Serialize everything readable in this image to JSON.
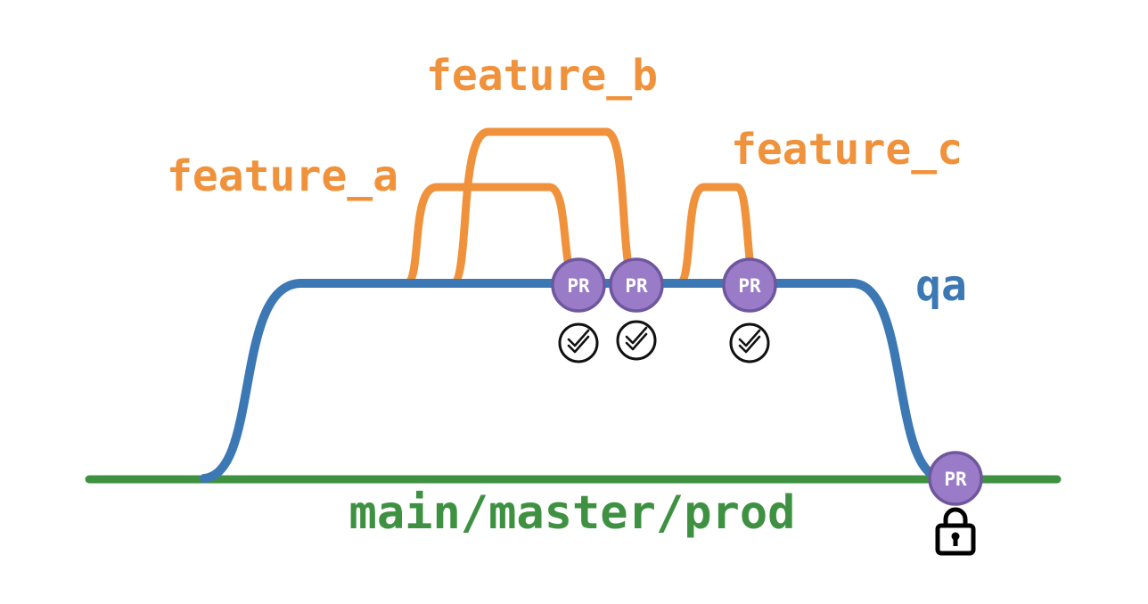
{
  "diagram": {
    "labels": {
      "feature_a": "feature_a",
      "feature_b": "feature_b",
      "feature_c": "feature_c",
      "qa": "qa",
      "main": "main/master/prod"
    },
    "pr_badges": [
      {
        "label": "PR",
        "branch": "feature_a",
        "status": "checks-passed"
      },
      {
        "label": "PR",
        "branch": "feature_b",
        "status": "checks-passed"
      },
      {
        "label": "PR",
        "branch": "feature_c",
        "status": "checks-passed"
      },
      {
        "label": "PR",
        "branch": "qa-to-main",
        "status": "locked"
      }
    ],
    "icons": {
      "status_check": "double-check-icon",
      "lock": "lock-icon"
    },
    "colors": {
      "feature": "#F0923B",
      "qa": "#3C78B4",
      "main": "#3F9142",
      "pr_fill": "#9A7BC8",
      "pr_border": "#6E579E",
      "pr_text": "#FFFFFF",
      "check_stroke": "#111111",
      "check_fill": "#FFFFFF",
      "lock": "#000000",
      "background": "#FFFFFF"
    }
  }
}
